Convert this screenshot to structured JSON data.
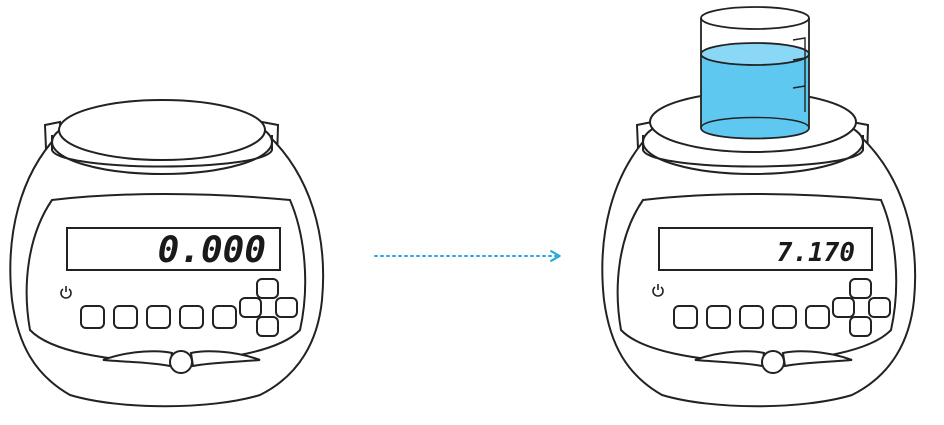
{
  "scale_before": {
    "reading": "0.000"
  },
  "scale_after": {
    "reading": "7.170"
  },
  "arrow": {
    "color": "#29a8e0"
  },
  "beaker": {
    "liquid_color": "#5ec8f0"
  },
  "icons": {
    "power": "power-icon",
    "button": "rounded-square-button",
    "dpad": "four-way-button-cluster"
  }
}
